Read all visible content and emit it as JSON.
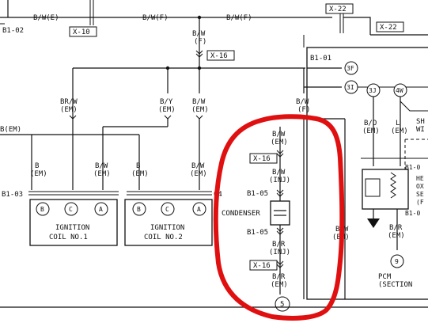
{
  "top_row": {
    "connector_b102": "B1-02",
    "wire_be": "B/W(E)",
    "wire_bf_1": "B/W(F)",
    "wire_bf_2": "B/W(F)",
    "x10": "X-10",
    "x22_top": "X-22",
    "x22_right": "X-22"
  },
  "drop_left": {
    "color": "B/W",
    "suffix": "(F)",
    "x16": "X-16"
  },
  "right_block": {
    "b101": "B1-01",
    "pin_3f": "3F",
    "pin_3i": "3I",
    "pin_3j": "3J",
    "pin_4w": "4W",
    "w1_color": "B/O",
    "w1_em": "(EM)",
    "w2_color": "L",
    "w2_em": "(EM)",
    "cut_a": "SH",
    "cut_b": "WI",
    "b10_a": "B1-0",
    "b10_b": "B1-0",
    "he": "HE",
    "ox": "OX",
    "se": "SE",
    "fp": "(F",
    "br_color": "B/R",
    "br_em": "(EM)",
    "pin_9": "9",
    "pcm": "PCM",
    "section": "(SECTION"
  },
  "mid_labels": {
    "br_w": "BR/W",
    "br_w_em": "(EM)",
    "b_y": "B/Y",
    "b_y_em": "(EM)",
    "b_w_mid": "B/W",
    "b_w_mid_em": "(EM)",
    "b_w_f": "B/W",
    "b_w_f_f": "(F)",
    "b_em_left": "B(EM)"
  },
  "coil1": {
    "connector": "B1-03",
    "w1": "B",
    "w1_em": "(EM)",
    "w2": "B/W",
    "w2_em": "(EM)",
    "pin_b": "B",
    "pin_c": "C",
    "pin_a": "A",
    "label1": "IGNITION",
    "label2": "COIL NO.1"
  },
  "coil2": {
    "connector": "04",
    "w1": "B",
    "w1_em": "(EM)",
    "w2": "B/W",
    "w2_em": "(EM)",
    "pin_b": "B",
    "pin_c": "C",
    "pin_a": "A",
    "label1": "IGNITION",
    "label2": "COIL NO.2"
  },
  "condenser_circuit": {
    "top_color": "B/W",
    "top_em": "(EM)",
    "x16_upper": "X-16",
    "mid_color": "B/W",
    "mid_inj": "(INJ)",
    "b105_top": "B1-05",
    "condenser": "CONDENSER",
    "b105_bottom": "B1-05",
    "lower_color": "B/R",
    "lower_inj": "(INJ)",
    "x16_lower": "X-16",
    "bottom_color": "B/R",
    "bottom_em": "(EM)",
    "ground": "5"
  },
  "right_vertical": {
    "color": "B/W",
    "em": "(EM)"
  },
  "highlight_color": "#e01010"
}
